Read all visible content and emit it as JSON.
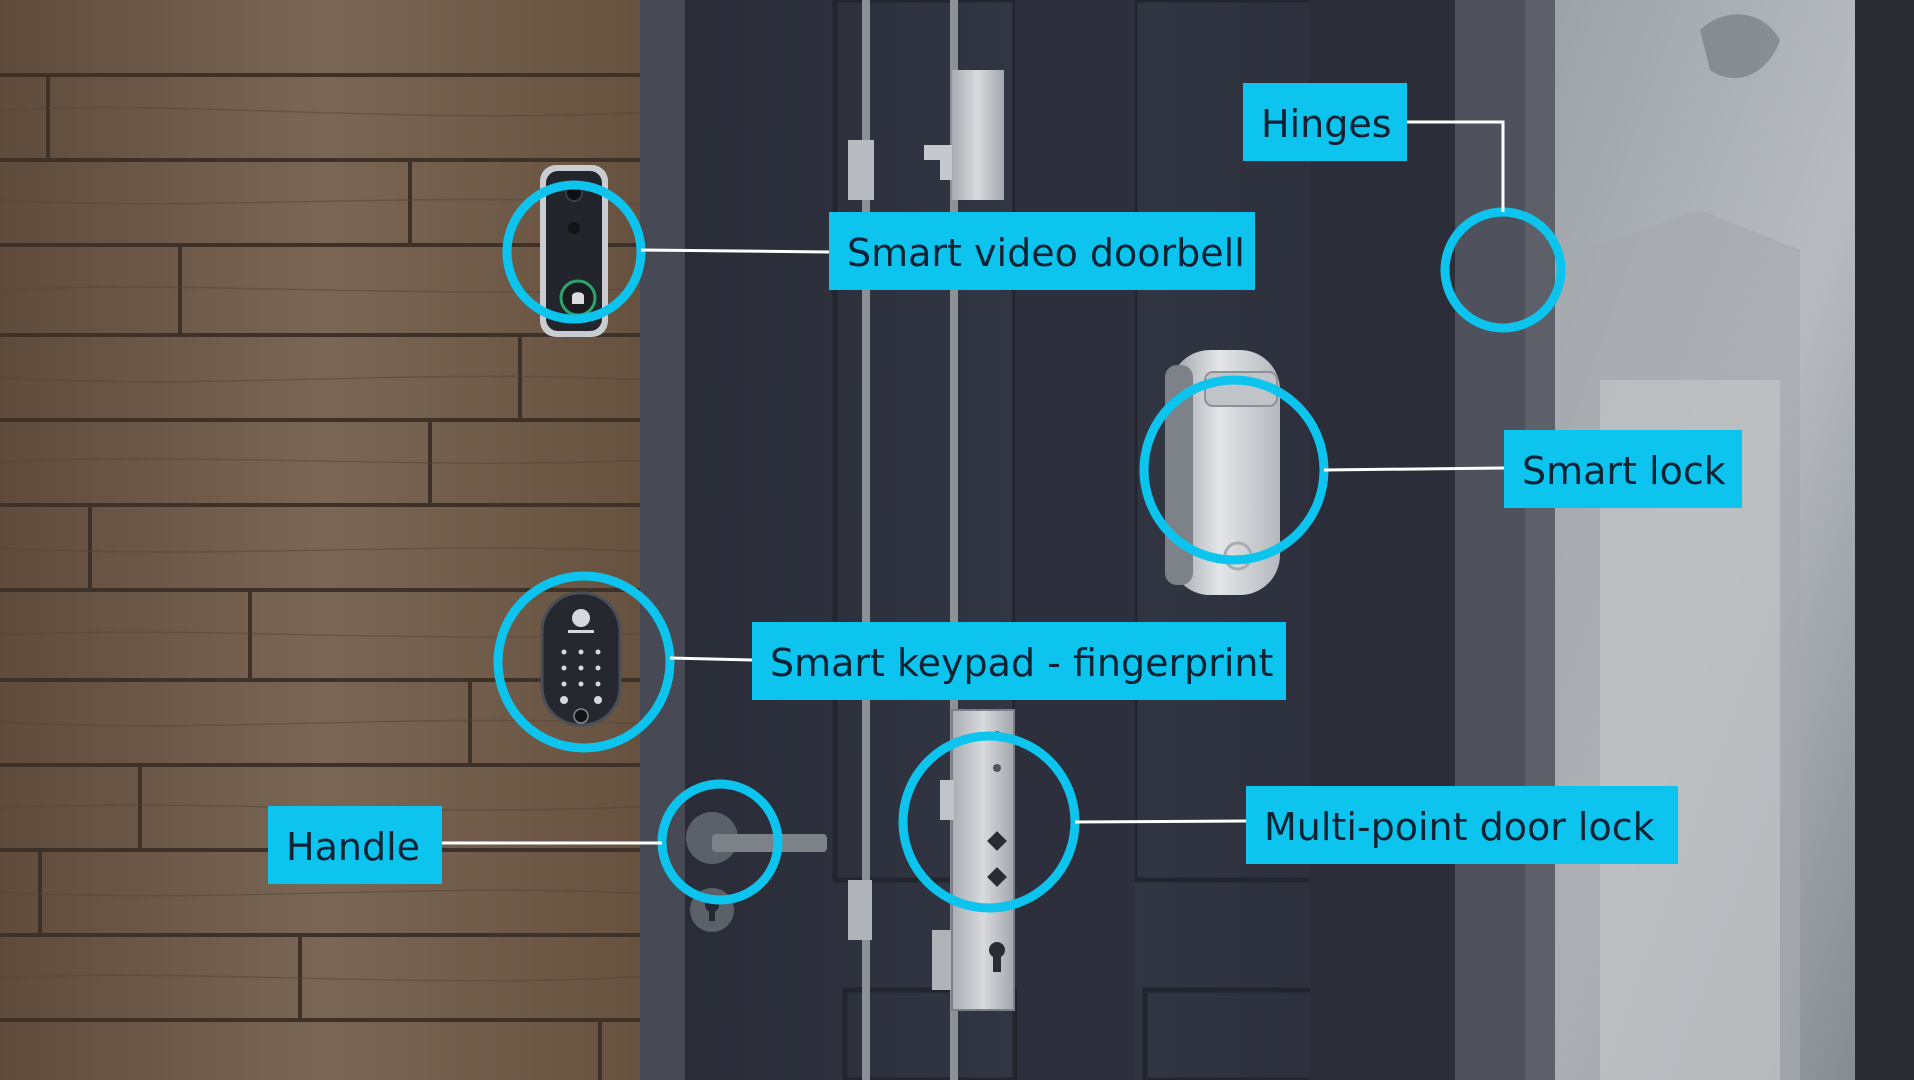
{
  "colors": {
    "accent": "#0cc4ee",
    "label_text": "#0d2233",
    "leader_line": "#ffffff",
    "door": "#2c2f3b",
    "wall_wood": "#6e5a48",
    "frame": "#4d505b",
    "window": "#8b9097"
  },
  "callouts": {
    "hinges": "Hinges",
    "doorbell": "Smart video doorbell",
    "smart_lock": "Smart lock",
    "keypad": "Smart keypad - fingerprint",
    "handle": "Handle",
    "multipoint": "Multi-point door lock"
  },
  "icons": [
    "doorbell-device-icon",
    "bell-icon",
    "keypad-device-icon",
    "fingerprint-icon",
    "smart-lock-device-icon",
    "handle-lever-icon",
    "multipoint-lock-plate-icon"
  ]
}
